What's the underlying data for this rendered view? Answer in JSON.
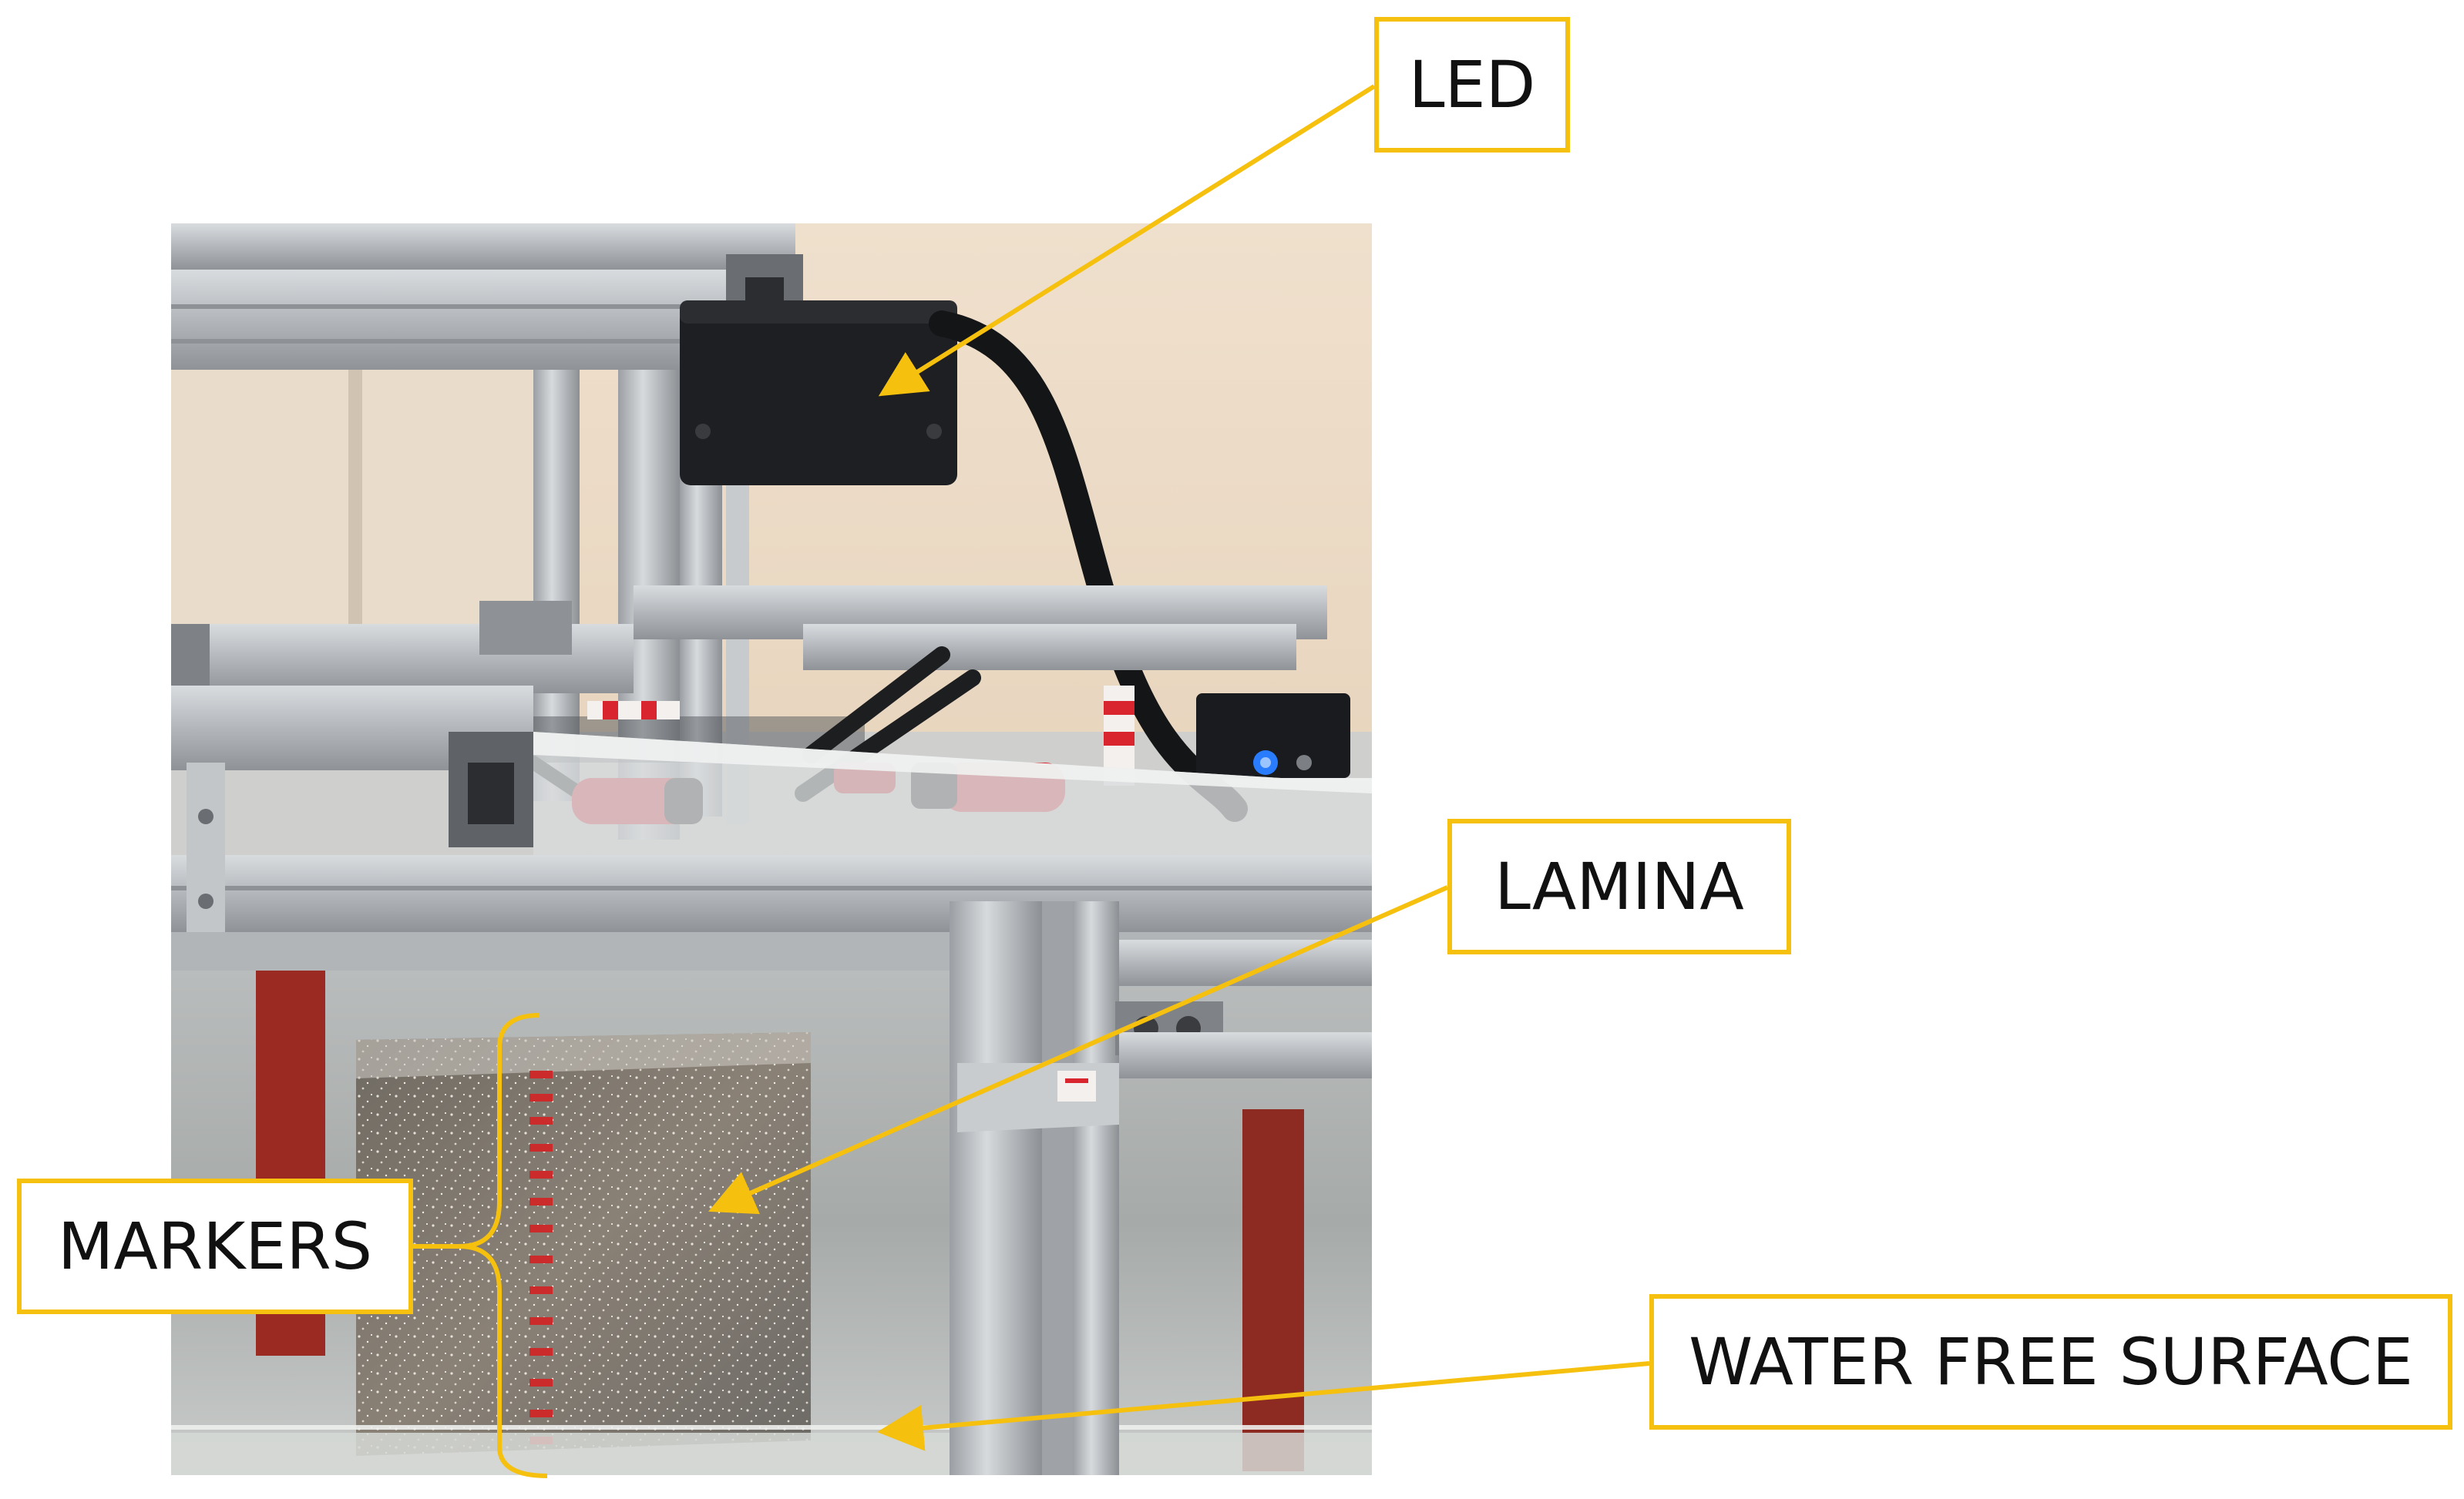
{
  "labels": {
    "led": "LED",
    "lamina": "LAMINA",
    "markers": "MARKERS",
    "water_free_surface": "WATER FREE SURFACE"
  },
  "colors": {
    "callout_border": "#f5c00e",
    "callout_arrow": "#f5c00e",
    "frame_aluminium": "#b9bcbf",
    "clamp_red": "#d9252e",
    "marker_red": "#cc2b2b",
    "led_box": "#1e1f22",
    "wall_beige": "#e3cfb7",
    "led_indicator": "#2a7cff"
  }
}
